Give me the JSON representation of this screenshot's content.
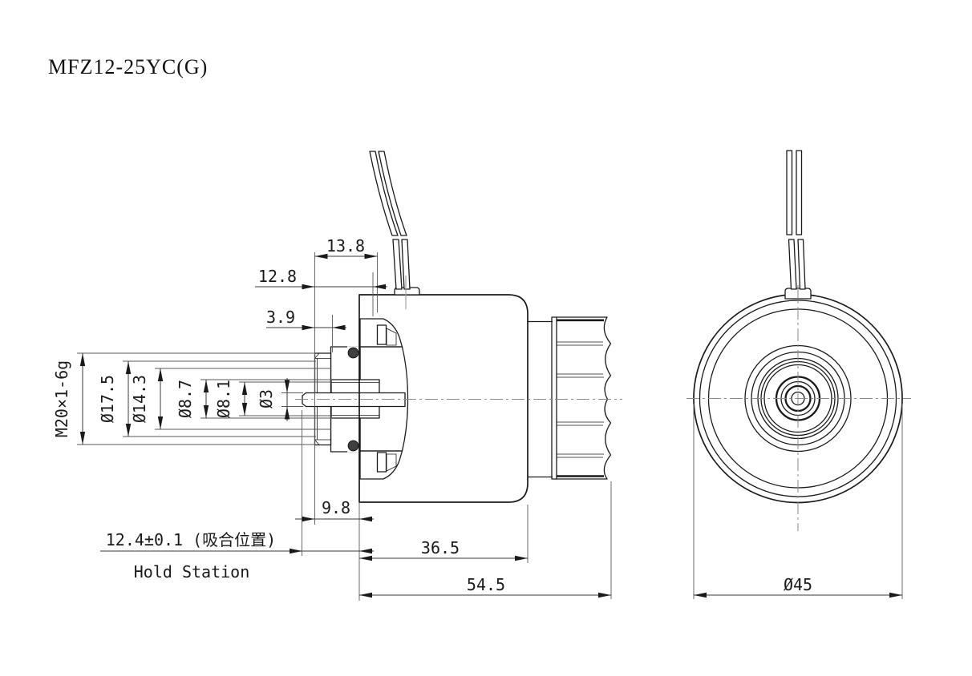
{
  "title": "MFZ12-25YC(G)",
  "colors": {
    "line": "#1a1a1a",
    "dimension": "#3a3a3a",
    "centerline": "#8a8a8a",
    "background": "#ffffff"
  },
  "side_view": {
    "dims_top": [
      "13.8",
      "12.8",
      "3.9"
    ],
    "dims_left": [
      "M20×1-6g",
      "Ø17.5",
      "Ø14.3",
      "Ø8.7",
      "Ø8.1",
      "Ø3"
    ],
    "dims_bottom": [
      "9.8",
      "36.5",
      "54.5"
    ],
    "hold_station": {
      "dimension": "12.4±0.1 (吸合位置)",
      "label": "Hold Station"
    }
  },
  "front_view": {
    "outer_diameter": "Ø45"
  }
}
